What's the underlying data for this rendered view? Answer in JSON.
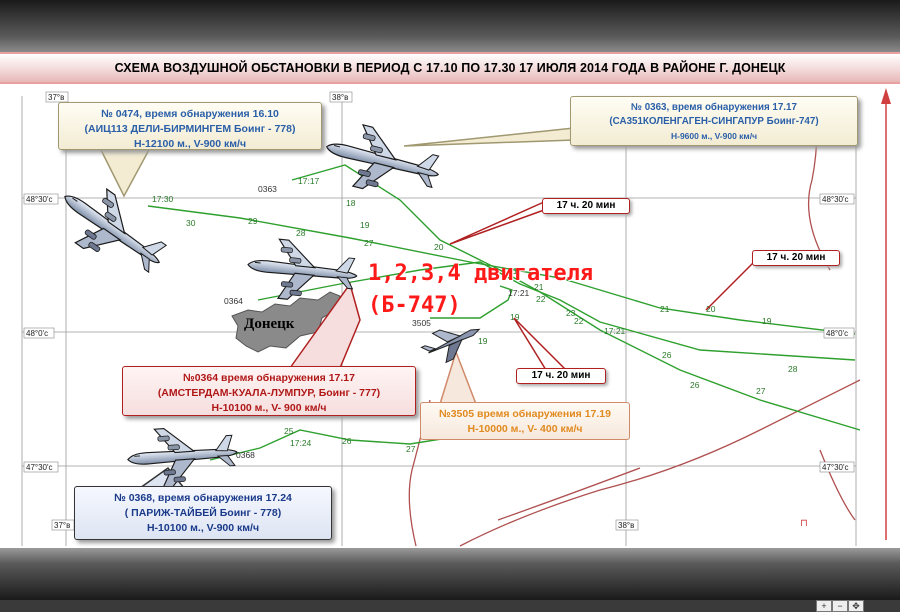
{
  "title": "СХЕМА ВОЗДУШНОЙ ОБСТАНОВКИ В ПЕРИОД С 17.10  ПО 17.30 17 ИЮЛЯ 2014 ГОДА В РАЙОНЕ Г. ДОНЕЦК",
  "city_label": "Донецк",
  "engines_label": {
    "line1": "1,2,3,4 двигателя",
    "line2": "(Б-747)"
  },
  "grid_labels": {
    "lon_37_top": "37°в",
    "lon_38_top": "38°в",
    "lon_37_bottom": "37°в",
    "lon_38_bottom": "38°в",
    "lat_4830_left": "48°30'с",
    "lat_4830_right": "48°30'с",
    "lat_48_left": "48°0'с",
    "lat_48_right": "48°0'с",
    "lat_4730_left": "47°30'с",
    "lat_4730_right": "47°30'с"
  },
  "callouts": {
    "c0474": {
      "line1": "№ 0474, время обнаружения 16.10",
      "line2": "(АИЦ113 ДЕЛИ-БИРМИНГЕМ Боинг - 778)",
      "line3": "Н-12100 м., V-900 км/ч"
    },
    "c0363": {
      "line1": "№ 0363, время обнаружения 17.17",
      "line2": "(СА351КОЛЕНГАГЕН-СИНГАПУР Боинг-747)",
      "line3": "Н-9600 м., V-900 км/ч"
    },
    "c0364": {
      "line1": "№0364 время обнаружения 17.17",
      "line2": "(АМСТЕРДАМ-КУАЛА-ЛУМПУР, Боинг - 777)",
      "line3": "Н-10100 м., V- 900 км/ч"
    },
    "c3505": {
      "line1": "№3505 время обнаружения 17.19",
      "line2": "Н-10000 м., V- 400 км/ч"
    },
    "c0368": {
      "line1": "№ 0368, время обнаружения 17.24",
      "line2": "( ПАРИЖ-ТАЙБЕЙ Боинг - 778)",
      "line3": "Н-10100 м., V-900 км/ч"
    }
  },
  "time_tags": {
    "t1": "17 ч. 20 мин",
    "t2": "17 ч. 20 мин",
    "t3": "17 ч. 20 мин"
  },
  "track_labels": {
    "l0363": "0363",
    "l1717": "17:17",
    "l1730": "17:30",
    "l0364": "0364",
    "l3505": "3505",
    "l1721": "17:21",
    "l1721b": "17:21",
    "l1724": "17:24",
    "l0368": "0368"
  },
  "colors": {
    "track": "#2ea02e",
    "grid": "#9a9a9a",
    "red": "#c01818",
    "city": "#8a8a8a",
    "border": "#b05050"
  },
  "icons": {
    "aircraft": "airliner-icon",
    "fighter": "fighter-jet-icon"
  }
}
